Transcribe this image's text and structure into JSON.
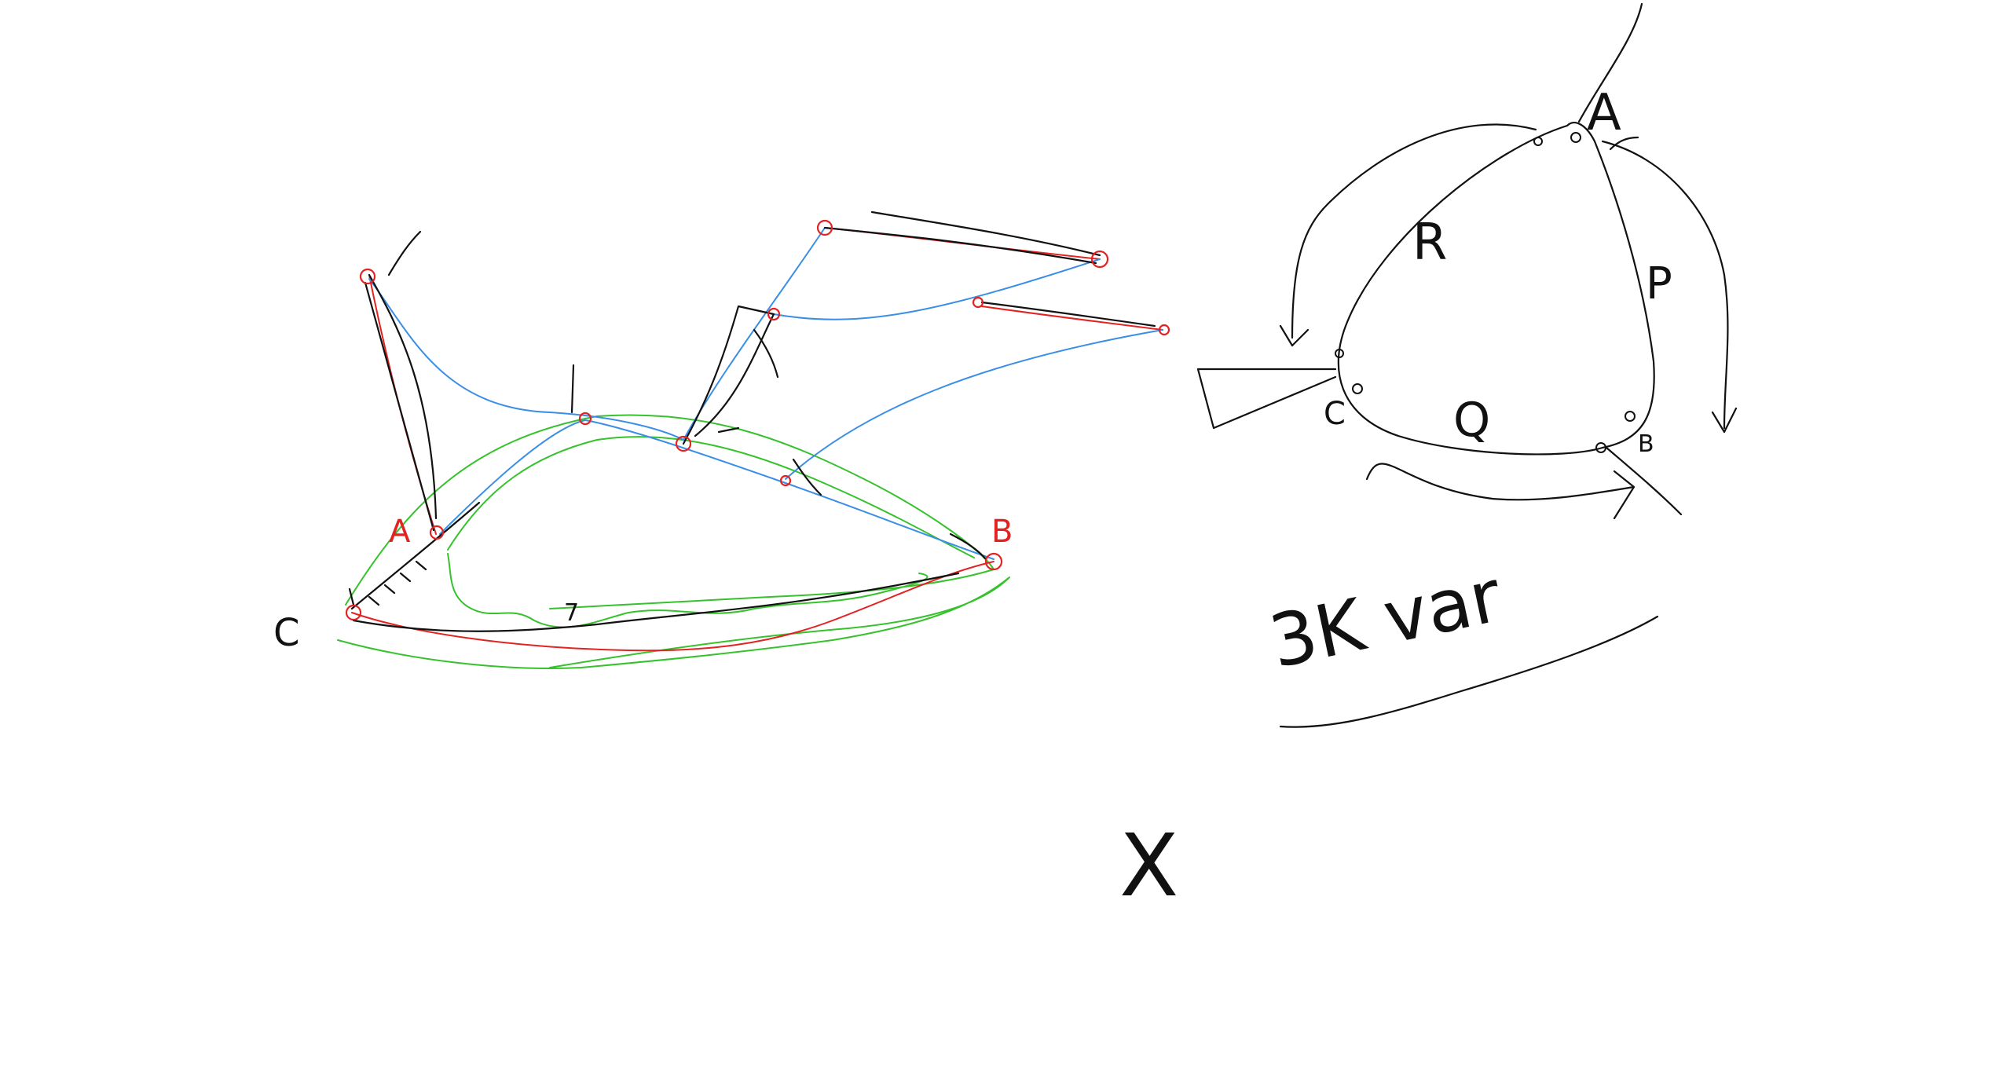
{
  "canvas": {
    "background": "#ffffff"
  },
  "colors": {
    "black_ink": "#111111",
    "red_ink": "#e32222",
    "blue_ink": "#3a8ee6",
    "green_ink": "#36c22c"
  },
  "left_diagram": {
    "label_c": "C",
    "label_a": "A",
    "label_b": "B",
    "label_mid": "7"
  },
  "right_diagram": {
    "label_top": "A",
    "label_left": "C",
    "label_right": "B",
    "label_r": "R",
    "label_p": "P",
    "label_q": "Q"
  },
  "annotation": {
    "text": "3K var"
  },
  "center_mark": {
    "text": "X"
  }
}
